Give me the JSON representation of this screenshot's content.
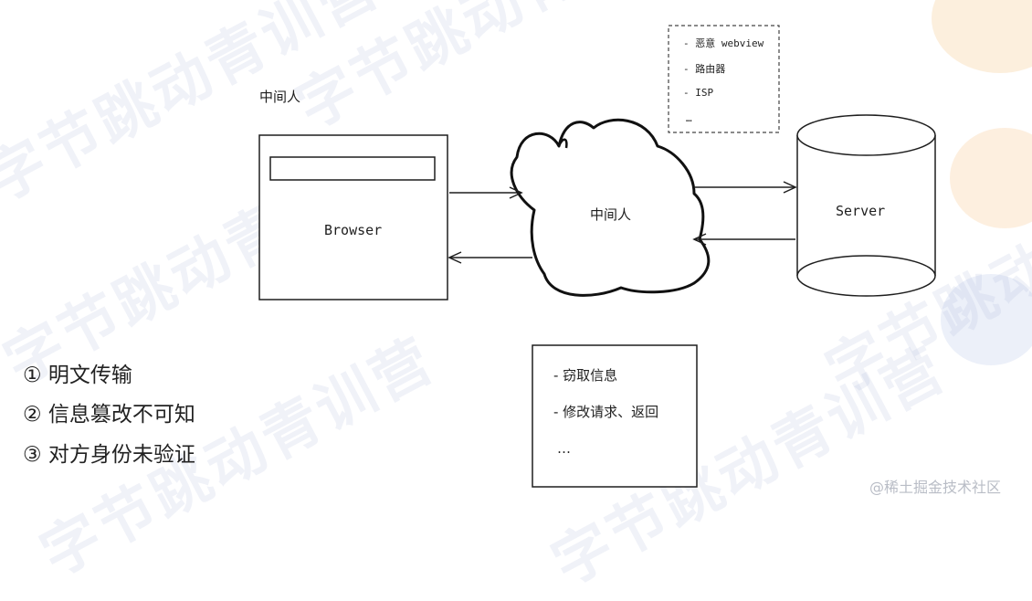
{
  "diagram": {
    "mitm_top_label": "中间人",
    "browser_label": "Browser",
    "cloud_label": "中间人",
    "server_label": "Server",
    "note_top": [
      "- 恶意 webview",
      "- 路由器",
      "- ISP",
      "…"
    ],
    "risks": [
      "① 明文传输",
      "② 信息篡改不可知",
      "③ 对方身份未验证"
    ],
    "note_bottom": [
      "- 窃取信息",
      "- 修改请求、返回",
      "…"
    ]
  },
  "watermark": {
    "text": "字节跳动青训营",
    "credit": "@稀土掘金技术社区"
  }
}
